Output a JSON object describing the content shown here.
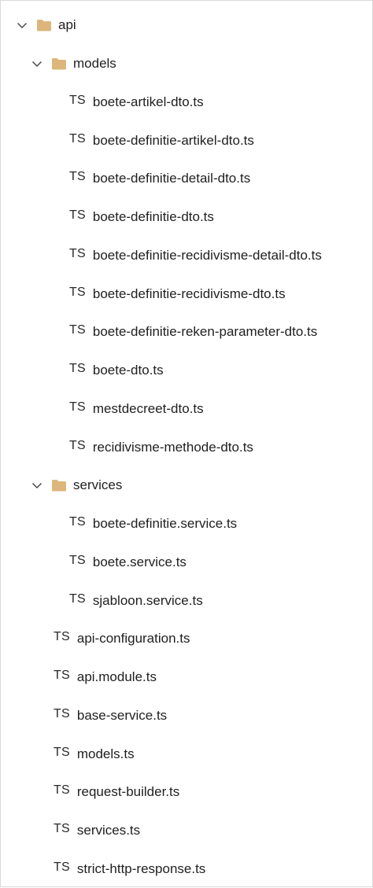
{
  "icon_colors": {
    "folder": "#dcb67a",
    "chevron": "#424242",
    "ts_label": "#2a2a2a"
  },
  "tree": {
    "api": {
      "name": "api",
      "icon": "folder-icon",
      "expanded": true,
      "models": {
        "name": "models",
        "icon": "folder-icon",
        "expanded": true,
        "files": [
          {
            "badge": "TS",
            "name": "boete-artikel-dto.ts"
          },
          {
            "badge": "TS",
            "name": "boete-definitie-artikel-dto.ts"
          },
          {
            "badge": "TS",
            "name": "boete-definitie-detail-dto.ts"
          },
          {
            "badge": "TS",
            "name": "boete-definitie-dto.ts"
          },
          {
            "badge": "TS",
            "name": "boete-definitie-recidivisme-detail-dto.ts"
          },
          {
            "badge": "TS",
            "name": "boete-definitie-recidivisme-dto.ts"
          },
          {
            "badge": "TS",
            "name": "boete-definitie-reken-parameter-dto.ts"
          },
          {
            "badge": "TS",
            "name": "boete-dto.ts"
          },
          {
            "badge": "TS",
            "name": "mestdecreet-dto.ts"
          },
          {
            "badge": "TS",
            "name": "recidivisme-methode-dto.ts"
          }
        ]
      },
      "services": {
        "name": "services",
        "icon": "folder-icon",
        "expanded": true,
        "files": [
          {
            "badge": "TS",
            "name": "boete-definitie.service.ts"
          },
          {
            "badge": "TS",
            "name": "boete.service.ts"
          },
          {
            "badge": "TS",
            "name": "sjabloon.service.ts"
          }
        ]
      },
      "files": [
        {
          "badge": "TS",
          "name": "api-configuration.ts"
        },
        {
          "badge": "TS",
          "name": "api.module.ts"
        },
        {
          "badge": "TS",
          "name": "base-service.ts"
        },
        {
          "badge": "TS",
          "name": "models.ts"
        },
        {
          "badge": "TS",
          "name": "request-builder.ts"
        },
        {
          "badge": "TS",
          "name": "services.ts"
        },
        {
          "badge": "TS",
          "name": "strict-http-response.ts"
        }
      ]
    }
  }
}
